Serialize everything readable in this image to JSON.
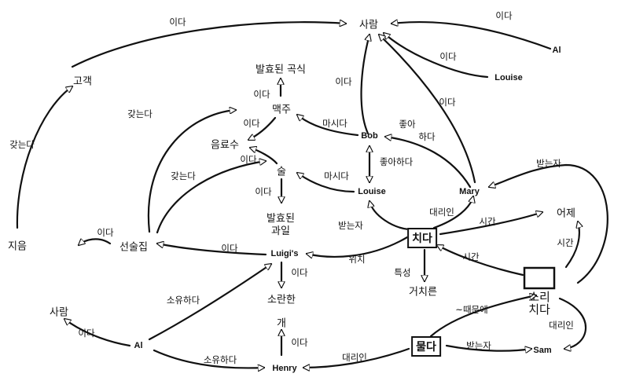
{
  "nodes": {
    "saram_top": "사람",
    "al_top": "Al",
    "louise_top": "Louise",
    "gogaek": "고객",
    "jieum": "지음",
    "seonsuljip": "선술집",
    "saram_bottom": "사람",
    "al_bottom": "Al",
    "baryo_goksik": "발효된 곡식",
    "maekju": "맥주",
    "eumryosu": "음료수",
    "sul": "술",
    "baryo_gwail": "발효된\n과일",
    "bob": "Bob",
    "louise_mid": "Louise",
    "mary": "Mary",
    "luigis": "Luigi's",
    "soranhan": "소란한",
    "gae": "개",
    "henry": "Henry",
    "chida": "치다",
    "geochileun": "거치른",
    "mulda": "물다",
    "sorichida": "소리\n치다",
    "sam": "Sam",
    "eoje": "어제"
  },
  "edge_labels": {
    "ida": "이다",
    "gatneunda": "갖는다",
    "masida": "마시다",
    "joa": "좋아",
    "hada": "하다",
    "joahada": "좋아하다",
    "batneunja": "받는자",
    "daerin": "대리인",
    "sigan": "시간",
    "wichi": "위치",
    "teukseong": "특성",
    "soyuhada": "소유하다",
    "ttaemune": "~때문에"
  }
}
